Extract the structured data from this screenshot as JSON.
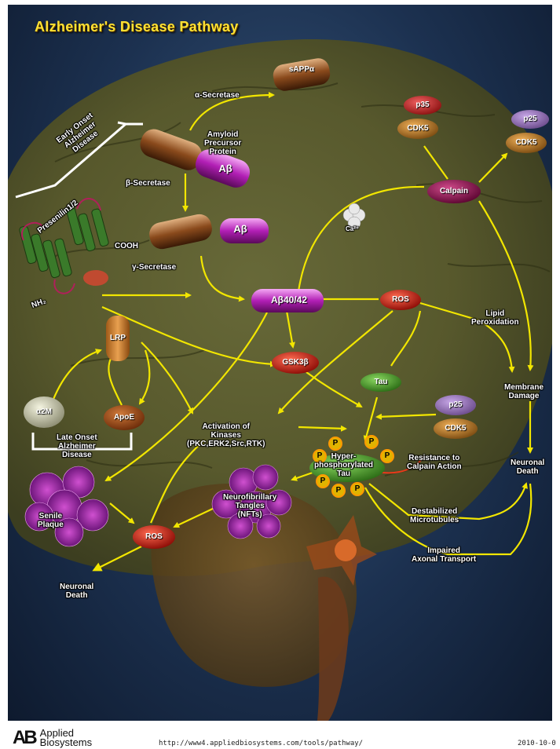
{
  "title": "Alzheimer's Disease Pathway",
  "labels": {
    "sappa": "sAPPα",
    "alpha_secretase": "α-Secretase",
    "app": "Amyloid\nPrecursor\nProtein",
    "abeta_app": "Aβ",
    "beta_secretase": "β-Secretase",
    "abeta_mid": "Aβ",
    "gamma_secretase": "γ-Secretase",
    "early_onset": "Early Onset\nAlzheimer\nDisease",
    "presenilin": "Presenilin1/2",
    "cooh": "COOH",
    "nh2": "NH₂",
    "p35": "p35",
    "cdk5_top": "CDK5",
    "p25_top": "p25",
    "cdk5_top_right": "CDK5",
    "calpain": "Calpain",
    "ca2": "Ca²⁺",
    "abeta4042": "Aβ40/42",
    "ros_mid": "ROS",
    "lipid": "Lipid\nPeroxidation",
    "lrp": "LRP",
    "gsk3b": "GSK3β",
    "tau": "Tau",
    "membrane": "Membrane\nDamage",
    "a2m": "α2M",
    "apoe": "ApoE",
    "late_onset": "Late Onset\nAlzheimer\nDisease",
    "kinases": "Activation of\nKinases\n(PKC,ERK2,Src,RTK)",
    "p25_mid": "p25",
    "cdk5_mid": "CDK5",
    "hyper_tau": "Hyper-\nphosphorylated\nTau",
    "resistance": "Resistance to\nCalpain Action",
    "neuronal_death_right": "Neuronal\nDeath",
    "nft": "Neurofibrillary\nTangles\n(NFTs)",
    "senile": "Senile\nPlaque",
    "ros_low": "ROS",
    "destabilized": "Destabilized\nMicrotubules",
    "impaired": "Impaired\nAxonal Transport",
    "neuronal_death_left": "Neuronal\nDeath",
    "phospho": "P"
  },
  "footer": {
    "logo_mark": "AB",
    "logo_line1": "Applied",
    "logo_line2": "Biosystems",
    "url": "http://www4.appliedbiosystems.com/tools/pathway/",
    "date": "2010-10-0"
  },
  "colors": {
    "title": "#ffe233",
    "arrow": "#f2e600",
    "bracket": "#ffffff",
    "ros": "#c0140c",
    "calpain": "#8a0a4a",
    "abeta": "#b21fb5",
    "tau": "#4c9a2e",
    "cdk5": "#b87a28"
  }
}
